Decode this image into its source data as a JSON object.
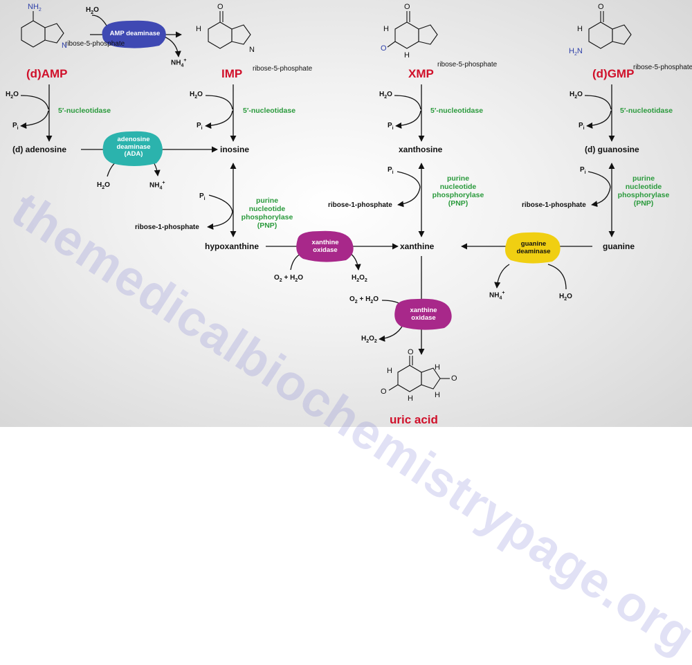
{
  "watermark": "themedicalbiochemistrypage.org",
  "titles": {
    "amp": "(d)AMP",
    "imp": "IMP",
    "xmp": "XMP",
    "gmp": "(d)GMP",
    "uric": "uric acid"
  },
  "metabolites": {
    "adenosine": "(d) adenosine",
    "inosine": "inosine",
    "xanthosine": "xanthosine",
    "guanosine": "(d) guanosine",
    "hypoxanthine": "hypoxanthine",
    "xanthine": "xanthine",
    "guanine": "guanine"
  },
  "enzymes": {
    "nucleotidase": "5′-nucleotidase",
    "pnp_line1": "purine",
    "pnp_line2": "nucleotide",
    "pnp_line3": "phosphorylase",
    "pnp_line4": "(PNP)"
  },
  "blobs": {
    "amp_deaminase": "AMP deaminase",
    "ada_1": "adenosine",
    "ada_2": "deaminase",
    "ada_3": "(ADA)",
    "xo_1": "xanthine",
    "xo_2": "oxidase",
    "gd_1": "guanine",
    "gd_2": "deaminase"
  },
  "small": {
    "h2o": "H",
    "h2o_sub": "2",
    "h2o_o": "O",
    "p": "P",
    "p_sub": "i",
    "nh": "NH",
    "nh_sub": "4",
    "nh_sup": "+",
    "o2": "O",
    "o2_sub": "2",
    "o2_plus": " + H",
    "o2_plus_sub": "2",
    "o2_o": "O",
    "h2o2": "H",
    "h2o2_sub": "2",
    "h2o2_o": "O",
    "h2o2_sub2": "2"
  },
  "ribose5p": "ribose-5-phosphate",
  "ribose1p": "ribose-1-phosphate",
  "atoms": {
    "N": "N",
    "H": "H",
    "O": "O",
    "NH2": "NH",
    "NH2_sub": "2",
    "H2N": "H",
    "H2N_sub": "2",
    "H2N_n": "N"
  },
  "colors": {
    "title_red": "#d0102a",
    "enzyme_green": "#2a9a3c",
    "amp_deaminase": "#3f49b3",
    "ada": "#2bb3ad",
    "xanthine_oxidase": "#a8288a",
    "guanine_deaminase": "#f0cf12",
    "heteroatom_blue": "#2d3fa8"
  }
}
